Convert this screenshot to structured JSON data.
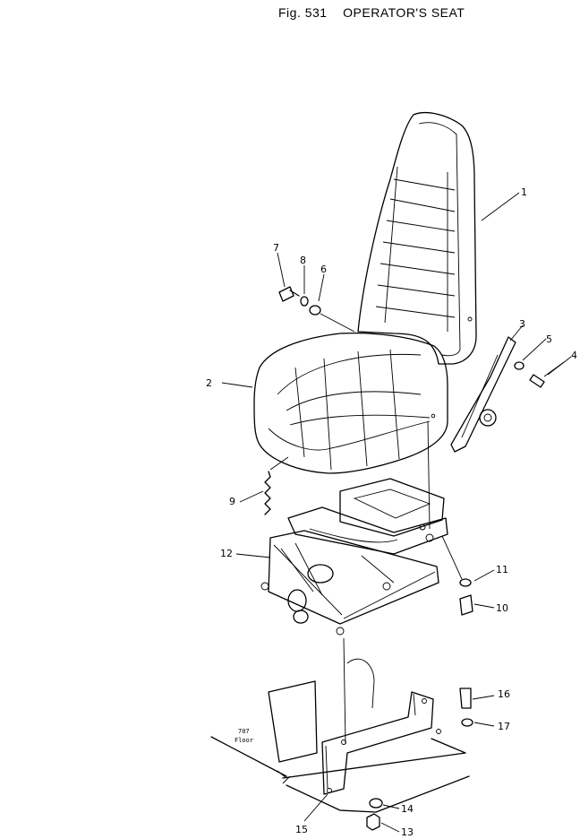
{
  "figure": {
    "number_label": "Fig. 531",
    "title": "OPERATOR'S SEAT"
  },
  "floor_note": {
    "line1": "707",
    "line2": "Floor"
  },
  "callouts": [
    {
      "id": "1",
      "label": "1"
    },
    {
      "id": "2",
      "label": "2"
    },
    {
      "id": "3",
      "label": "3"
    },
    {
      "id": "4",
      "label": "4"
    },
    {
      "id": "5",
      "label": "5"
    },
    {
      "id": "6",
      "label": "6"
    },
    {
      "id": "7",
      "label": "7"
    },
    {
      "id": "8",
      "label": "8"
    },
    {
      "id": "9",
      "label": "9"
    },
    {
      "id": "10",
      "label": "10"
    },
    {
      "id": "11",
      "label": "11"
    },
    {
      "id": "12",
      "label": "12"
    },
    {
      "id": "13",
      "label": "13"
    },
    {
      "id": "14",
      "label": "14"
    },
    {
      "id": "15",
      "label": "15"
    },
    {
      "id": "16",
      "label": "16"
    },
    {
      "id": "17",
      "label": "17"
    }
  ]
}
